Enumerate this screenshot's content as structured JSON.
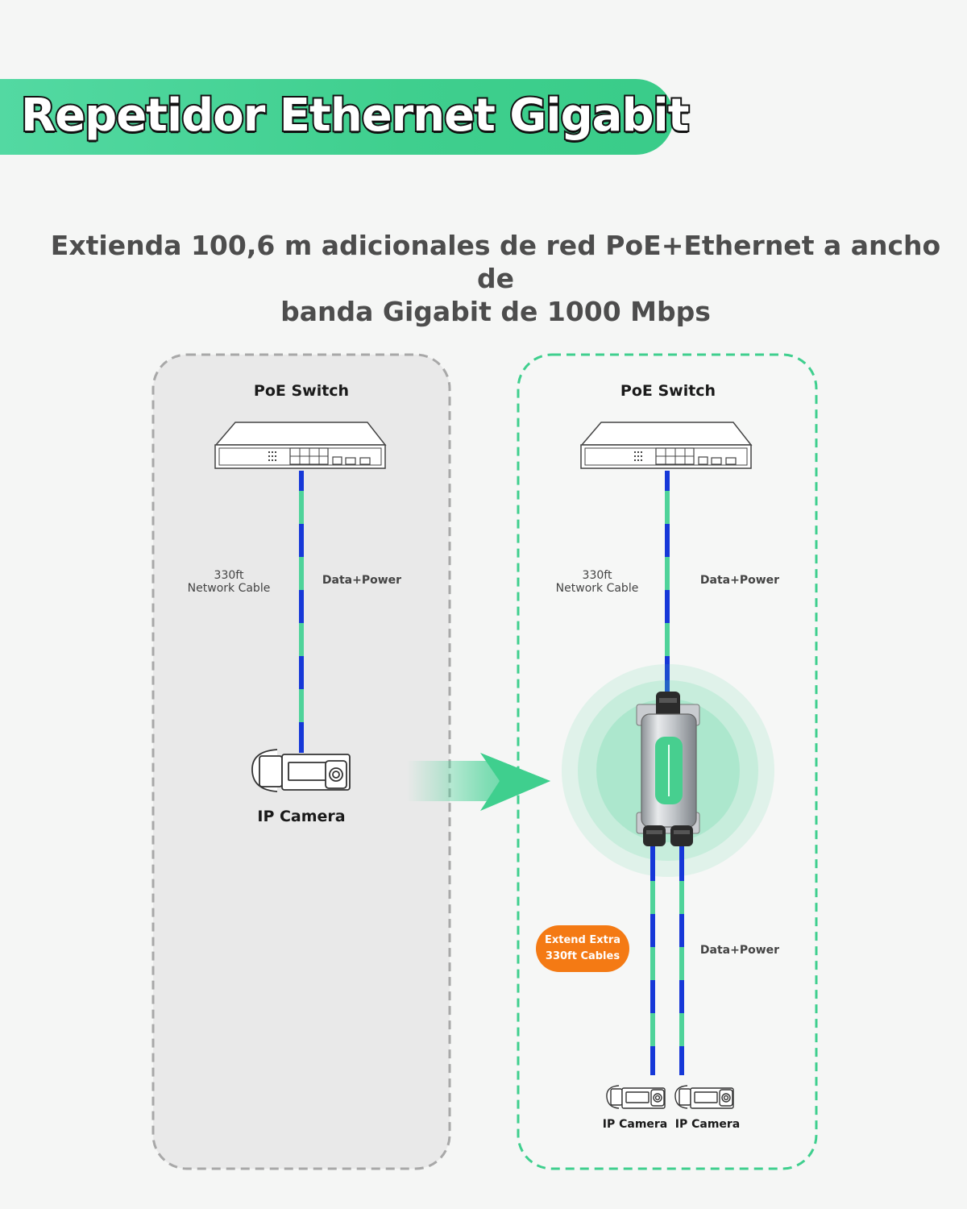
{
  "title": "Repetidor Ethernet Gigabit",
  "subtitle_line1": "Extienda 100,6 m adicionales de red PoE+Ethernet a ancho de",
  "subtitle_line2": "banda Gigabit de 1000 Mbps",
  "left_panel": {
    "switch_label": "PoE Switch",
    "cable_length": "330ft",
    "cable_type": "Network Cable",
    "cable_function": "Data+Power",
    "camera_label": "IP Camera"
  },
  "right_panel": {
    "switch_label": "PoE Switch",
    "cable_length": "330ft",
    "cable_type": "Network Cable",
    "cable_function": "Data+Power",
    "badge_line1": "Extend Extra",
    "badge_line2": "330ft Cables",
    "lower_cable_function": "Data+Power",
    "camera_1_label": "IP Camera",
    "camera_2_label": "IP Camera"
  },
  "colors": {
    "accent_green": "#3fcf8e",
    "cable_blue": "#1638d8",
    "cable_green": "#4fd39a",
    "badge_orange": "#f47a14",
    "dashed_gray": "#a8a8a8",
    "dashed_green": "#3fcf8e"
  },
  "icons": [
    "poe-switch-icon",
    "ip-camera-icon",
    "poe-extender-device-icon",
    "arrow-right-icon"
  ]
}
